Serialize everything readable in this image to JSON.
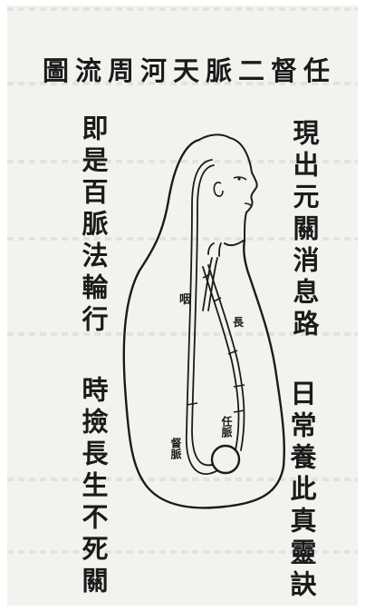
{
  "title": "任督二脈天河周流圖",
  "columns": {
    "right_upper": "現出元關消息路",
    "right_lower": "日常養此真靈訣",
    "left_upper": "即是百脈法輪行",
    "left_lower": "時撿長生不死關"
  },
  "figure_labels": {
    "throat": "咽",
    "long": "長",
    "ren_channel": "任脈",
    "du_channel": "督脈"
  }
}
